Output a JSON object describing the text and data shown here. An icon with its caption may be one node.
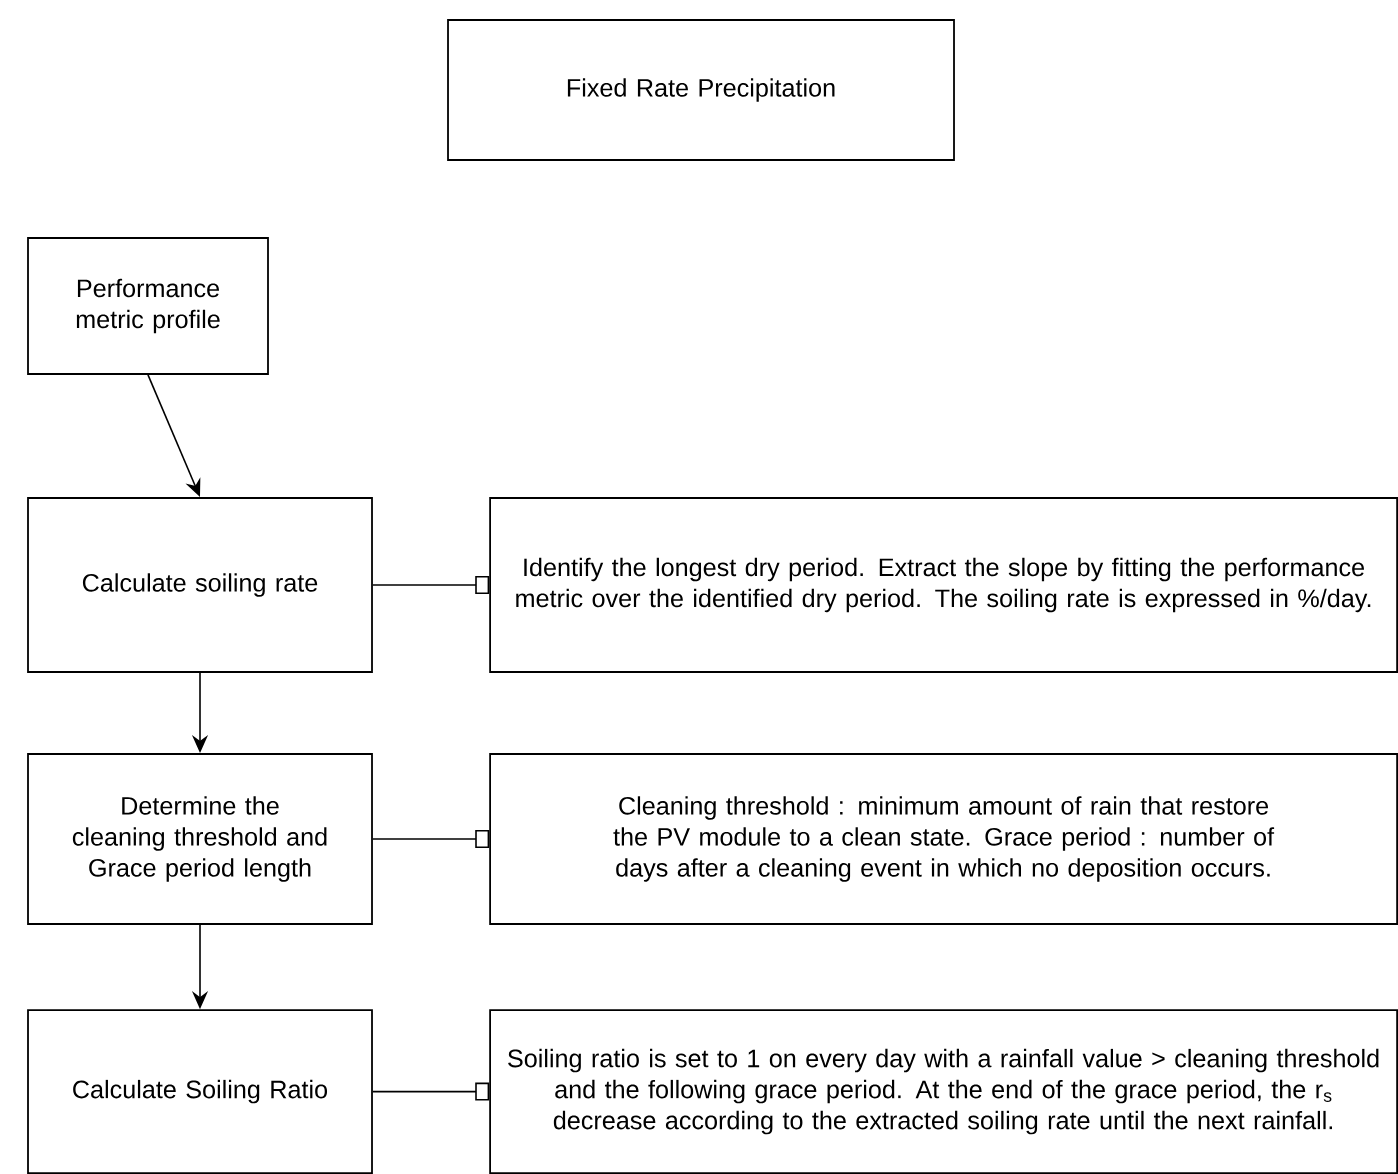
{
  "diagram": {
    "nodes": [
      {
        "text": [
          "Fixed Rate Precipitation"
        ]
      },
      {
        "text": [
          "Performance metric profile"
        ]
      },
      {
        "text": [
          "Calculate soiling rate"
        ]
      },
      {
        "text": [
          "Determine the cleaning threshold and Grace period length"
        ]
      },
      {
        "text": [
          "Calculate Soiling Ratio"
        ]
      },
      {
        "text": [
          "Identify the longest dry period. Extract the slope by fitting the performance metric over the identified dry period. The soiling rate is expressed in %/day."
        ]
      },
      {
        "text": [
          "Cleaning threshold : minimum amount of rain that restore the PV module to a clean state. Grace period : number of days after a cleaning event in which no deposition occurs."
        ]
      },
      {
        "text": [
          "Soiling ratio is set to 1 on every day with a rainfall value > cleaning threshold and the following grace period. At the end of the grace period, the r$_{s}$ decrease according to the extracted soiling rate until the next rainfall."
        ]
      }
    ],
    "edges": [
      {
        "from": 1,
        "to": 2,
        "arrow": "to"
      },
      {
        "from": 2,
        "to": 3,
        "arrow": "to"
      },
      {
        "from": 3,
        "to": 4,
        "arrow": "to"
      },
      {
        "from": 2,
        "to": 5,
        "arrow": "other"
      },
      {
        "from": 3,
        "to": 6,
        "arrow": "other"
      },
      {
        "from": 4,
        "to": 7,
        "arrow": "other"
      }
    ]
  }
}
